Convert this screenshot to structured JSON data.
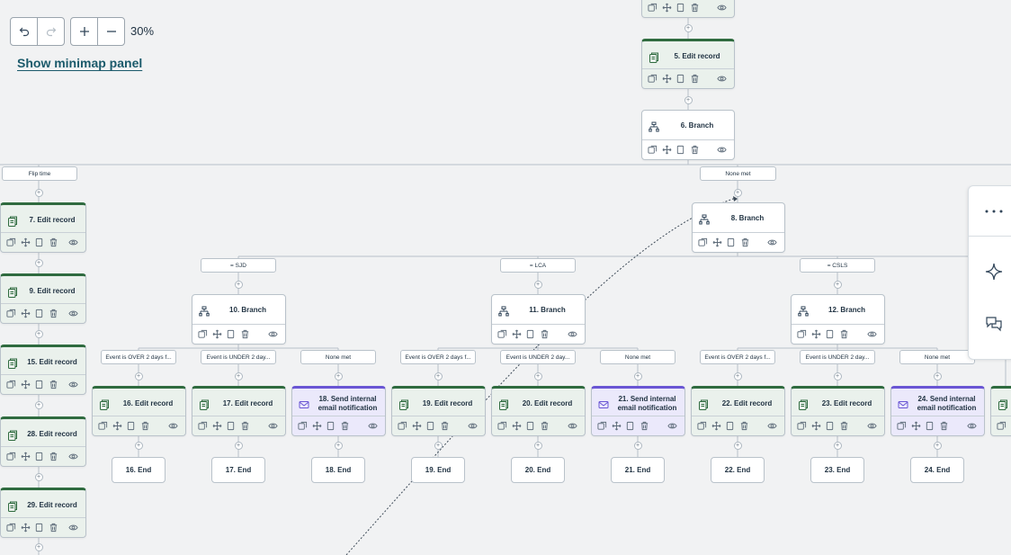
{
  "toolbar": {
    "undo_icon": "undo-icon",
    "redo_icon": "redo-icon",
    "zoom_in_icon": "plus-icon",
    "zoom_out_icon": "minus-icon",
    "zoom_level": "30%",
    "minimap_link": "Show minimap panel"
  },
  "colors": {
    "canvas_bg": "#f1f2f3",
    "edit_record_accent": "#2f6b3f",
    "email_accent": "#6a56d4",
    "link": "#1b5a6b"
  },
  "nodes": [
    {
      "id": "n4",
      "title": "",
      "kind": "edit"
    },
    {
      "id": "n5",
      "title": "5. Edit record",
      "kind": "edit"
    },
    {
      "id": "n6",
      "title": "6. Branch",
      "kind": "branch"
    },
    {
      "id": "n7",
      "title": "7. Edit record",
      "kind": "edit"
    },
    {
      "id": "n8",
      "title": "8. Branch",
      "kind": "branch"
    },
    {
      "id": "n9",
      "title": "9. Edit record",
      "kind": "edit"
    },
    {
      "id": "n15",
      "title": "15. Edit record",
      "kind": "edit"
    },
    {
      "id": "n28",
      "title": "28. Edit record",
      "kind": "edit"
    },
    {
      "id": "n29",
      "title": "29. Edit record",
      "kind": "edit"
    },
    {
      "id": "n10",
      "title": "10. Branch",
      "kind": "branch"
    },
    {
      "id": "n11",
      "title": "11. Branch",
      "kind": "branch"
    },
    {
      "id": "n12",
      "title": "12. Branch",
      "kind": "branch"
    },
    {
      "id": "n16",
      "title": "16. Edit record",
      "kind": "edit"
    },
    {
      "id": "n17",
      "title": "17. Edit record",
      "kind": "edit"
    },
    {
      "id": "n18",
      "title": "18. Send internal email notification",
      "kind": "email"
    },
    {
      "id": "n19",
      "title": "19. Edit record",
      "kind": "edit"
    },
    {
      "id": "n20",
      "title": "20. Edit record",
      "kind": "edit"
    },
    {
      "id": "n21",
      "title": "21. Send internal email notification",
      "kind": "email"
    },
    {
      "id": "n22",
      "title": "22. Edit record",
      "kind": "edit"
    },
    {
      "id": "n23",
      "title": "23. Edit record",
      "kind": "edit"
    },
    {
      "id": "n24",
      "title": "24. Send internal email notification",
      "kind": "email"
    },
    {
      "id": "n25",
      "title": "",
      "kind": "edit"
    }
  ],
  "branch_labels": [
    {
      "id": "flip",
      "text": "Flip time"
    },
    {
      "id": "none6",
      "text": "None met"
    },
    {
      "id": "sjd",
      "text": "= SJD"
    },
    {
      "id": "lca",
      "text": "= LCA"
    },
    {
      "id": "csls",
      "text": "= CSLS"
    },
    {
      "id": "o10",
      "text": "Event is OVER 2 days f..."
    },
    {
      "id": "u10",
      "text": "Event is UNDER 2 day..."
    },
    {
      "id": "nm10",
      "text": "None met"
    },
    {
      "id": "o11",
      "text": "Event is OVER 2 days f..."
    },
    {
      "id": "u11",
      "text": "Event is UNDER 2 day..."
    },
    {
      "id": "nm11",
      "text": "None met"
    },
    {
      "id": "o12",
      "text": "Event is OVER 2 days f..."
    },
    {
      "id": "u12",
      "text": "Event is UNDER 2 day..."
    },
    {
      "id": "nm12",
      "text": "None met"
    }
  ],
  "ends": [
    {
      "id": "e16",
      "text": "16. End"
    },
    {
      "id": "e17",
      "text": "17. End"
    },
    {
      "id": "e18",
      "text": "18. End"
    },
    {
      "id": "e19",
      "text": "19. End"
    },
    {
      "id": "e20",
      "text": "20. End"
    },
    {
      "id": "e21",
      "text": "21. End"
    },
    {
      "id": "e22",
      "text": "22. End"
    },
    {
      "id": "e23",
      "text": "23. End"
    },
    {
      "id": "e24",
      "text": "24. End"
    }
  ],
  "card_tools": [
    "clone-icon",
    "move-icon",
    "copy-icon",
    "delete-icon",
    "view-icon"
  ],
  "side_panel": {
    "buttons": [
      "more-options-icon",
      "sparkle-icon",
      "comments-icon"
    ]
  }
}
